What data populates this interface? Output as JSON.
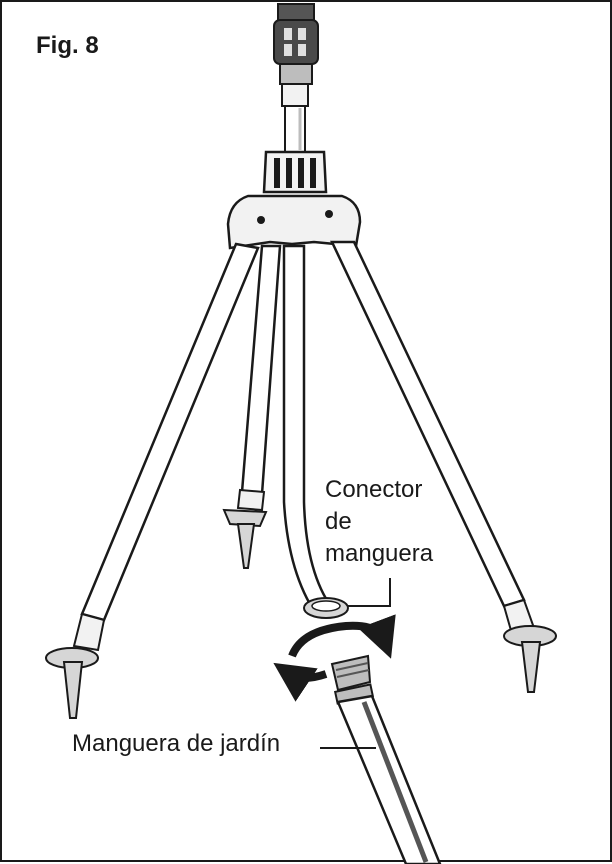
{
  "figure": {
    "title": "Fig. 8",
    "callouts": {
      "hose_connector": [
        "Conector",
        "de",
        "manguera"
      ],
      "garden_hose": "Manguera de jardín"
    }
  },
  "colors": {
    "ink": "#1a1a1a",
    "body_fill": "#f2f2f2",
    "shade": "#bdbdbd",
    "dark": "#555555"
  },
  "icons": [
    "tripod-sprinkler",
    "rotate-arrows-icon",
    "garden-hose"
  ]
}
